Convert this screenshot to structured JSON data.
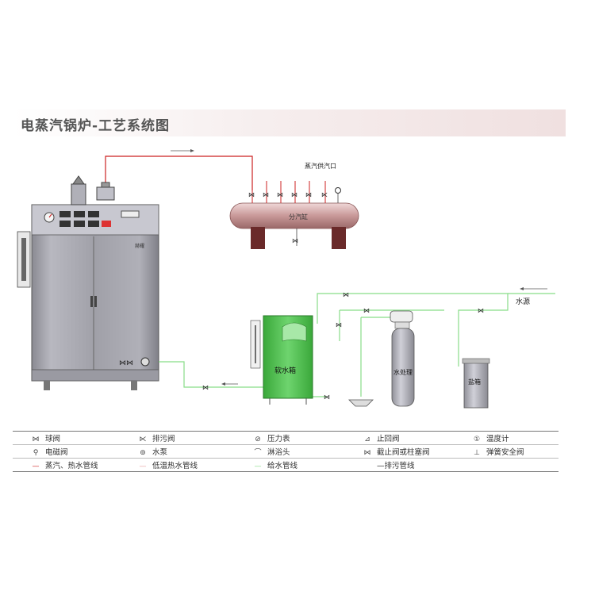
{
  "title": "电蒸汽锅炉-工艺系统图",
  "labels": {
    "steam_outlet": "蒸汽供汽口",
    "header": "分汽缸",
    "soft_tank": "软水箱",
    "water_treat": "水处理",
    "salt_tank": "盐箱",
    "water_source": "水源",
    "brand": "赫耀"
  },
  "legend": {
    "rows": [
      [
        {
          "sym": "⋈",
          "text": "球阀"
        },
        {
          "sym": "⋉",
          "text": "排污阀"
        },
        {
          "sym": "⊘",
          "text": "压力表"
        },
        {
          "sym": "⊿",
          "text": "止回阀"
        },
        {
          "sym": "①",
          "text": "温度计"
        }
      ],
      [
        {
          "sym": "⚲",
          "text": "电磁阀"
        },
        {
          "sym": "⊚",
          "text": "水泵"
        },
        {
          "sym": "⌒",
          "text": "淋浴头"
        },
        {
          "sym": "⋈",
          "text": "截止阀或柱塞阀"
        },
        {
          "sym": "⊥",
          "text": "弹簧安全阀"
        }
      ],
      [
        {
          "sym": "—",
          "text": "蒸汽、热水管线"
        },
        {
          "sym": "—",
          "text": "低温热水管线"
        },
        {
          "sym": "—",
          "text": "给水管线"
        },
        {
          "sym": "",
          "text": "—排污管线"
        }
      ]
    ]
  },
  "colors": {
    "steam_line": "#cc2222",
    "water_line": "#88dd88",
    "boiler_body": "#a8a8b0",
    "tank_green": "#5cc65c",
    "header_pink": "#d8a8a8"
  }
}
